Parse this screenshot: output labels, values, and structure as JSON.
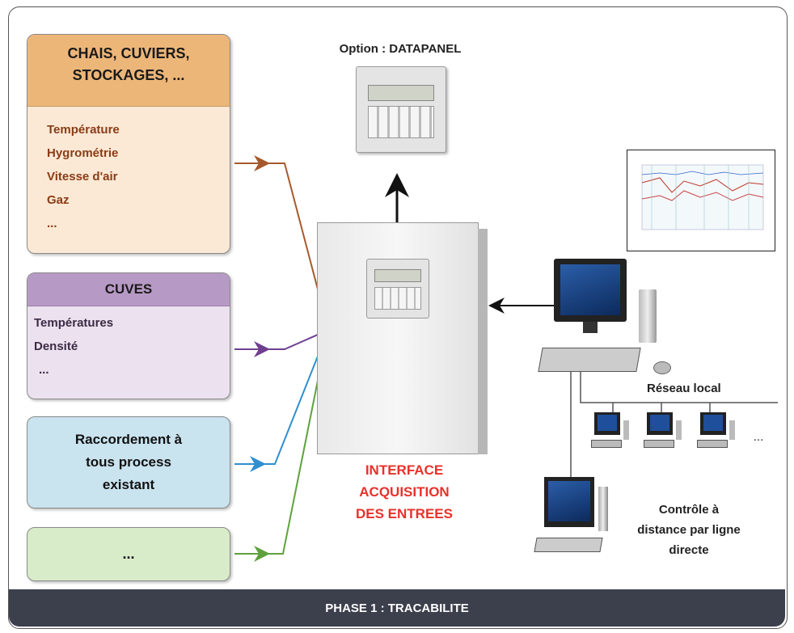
{
  "boxes": {
    "chais": {
      "title_line1": "CHAIS, CUVIERS,",
      "title_line2": "STOCKAGES, ...",
      "items": [
        "Température",
        "Hygrométrie",
        "Vitesse d'air",
        "Gaz",
        "..."
      ],
      "head_color": "#edb679",
      "body_color": "#fbe9d5",
      "text_color": "#8a3c17"
    },
    "cuves": {
      "title": "CUVES",
      "items": [
        "Températures",
        "Densité",
        "..."
      ],
      "head_color": "#b799c5",
      "body_color": "#ece2ef",
      "text_color": "#3b2a44"
    },
    "raccordement": {
      "line1": "Raccordement à",
      "line2": "tous process",
      "line3": "existant",
      "color": "#c9e3ef"
    },
    "other": {
      "label": "...",
      "color": "#d9ecc9"
    }
  },
  "datapanel": {
    "label": "Option : DATAPANEL"
  },
  "interface": {
    "line1": "INTERFACE",
    "line2": "ACQUISITION",
    "line3": "DES ENTREES"
  },
  "network": {
    "reseau_label": "Réseau local",
    "more": "..."
  },
  "remote": {
    "line1": "Contrôle à",
    "line2": "distance par ligne",
    "line3": "directe"
  },
  "footer": {
    "title": "PHASE 1 : TRACABILITE"
  },
  "colors": {
    "arrow_chais": "#a55a2d",
    "arrow_cuves": "#6f3f8f",
    "arrow_raccordement": "#2f8fcf",
    "arrow_other": "#5fa13d",
    "arrow_black": "#111111",
    "footer_bg": "#3c3f4c",
    "interface_text": "#e8312b"
  }
}
